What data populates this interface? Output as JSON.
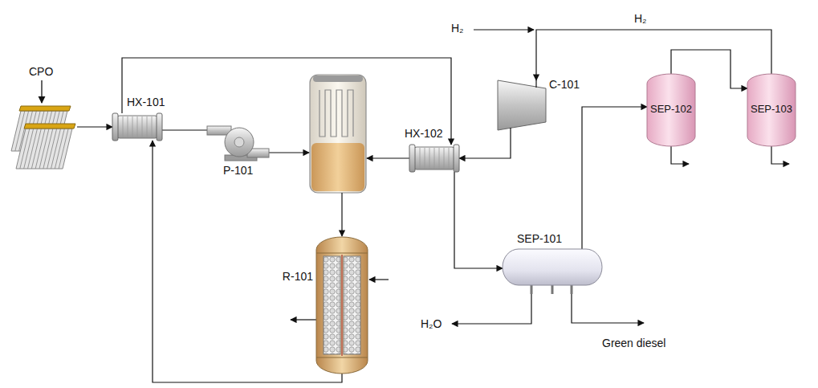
{
  "diagram": {
    "nodes": [
      {
        "text": [
          "CPO"
        ]
      },
      {
        "text": [
          "HX-101"
        ]
      },
      {
        "text": [
          "P-101"
        ]
      },
      {
        "text": [
          "HX-102"
        ]
      },
      {
        "text": [
          "C-101"
        ]
      },
      {
        "text": [
          "SEP-102"
        ]
      },
      {
        "text": [
          "SEP-103"
        ]
      },
      {
        "text": [
          "R-101"
        ]
      },
      {
        "text": [
          "SEP-101"
        ]
      }
    ],
    "edges": [
      {
        "from": 0,
        "to": 1,
        "arrow": "to"
      },
      {
        "from": 1,
        "to": 2,
        "arrow": "none"
      },
      {
        "from": 7,
        "to": 1,
        "arrow": "to"
      },
      {
        "from": 1,
        "to": 3,
        "arrow": "to"
      },
      {
        "from": 4,
        "to": 3,
        "arrow": "to"
      },
      {
        "from": 3,
        "to": 8,
        "arrow": "to"
      },
      {
        "from": 8,
        "to": 5,
        "arrow": "to"
      },
      {
        "from": 5,
        "to": 6,
        "arrow": "to"
      },
      {
        "from": 6,
        "to": 4,
        "label": "H₂",
        "arrow": "to"
      }
    ],
    "labels": [
      "H₂",
      "H₂O",
      "Green diesel"
    ]
  }
}
